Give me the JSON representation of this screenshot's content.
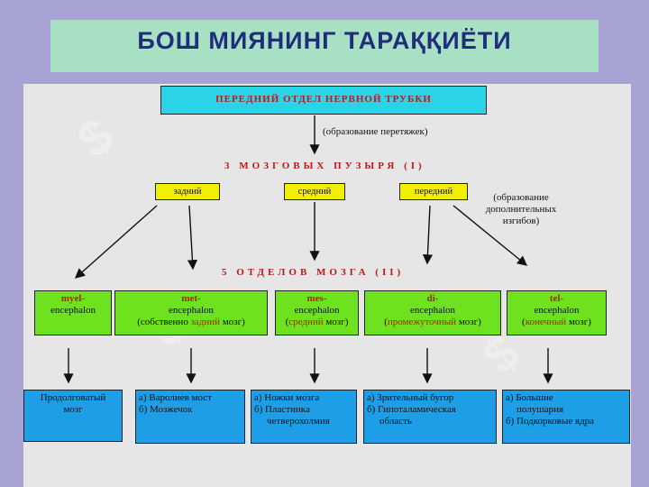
{
  "title": "БОШ МИЯНИНГ ТАРАҚҚИЁТИ",
  "top_box": "ПЕРЕДНИЙ ОТДЕЛ НЕРВНОЙ ТРУБКИ",
  "note_top": "(образование перетяжек)",
  "heading1": "3 МОЗГОВЫХ ПУЗЫРЯ (I)",
  "vesicles": [
    "задний",
    "средний",
    "передний"
  ],
  "note_side": [
    "(образование",
    "дополнительных",
    "изгибов)"
  ],
  "heading2": "5 ОТДЕЛОВ МОЗГА (II)",
  "sections": [
    {
      "head": "myel-",
      "line1": "encephalon",
      "line2_pre": "",
      "line2_red": "",
      "line2_post": ""
    },
    {
      "head": "met-",
      "line1": "encephalon",
      "line2_pre": "(собственно ",
      "line2_red": "задний",
      "line2_post": " мозг)"
    },
    {
      "head": "mes-",
      "line1": "encephalon",
      "line2_pre": "(",
      "line2_red": "средний",
      "line2_post": " мозг)"
    },
    {
      "head": "di-",
      "line1": "encephalon",
      "line2_pre": "(",
      "line2_red": "промежуточный",
      "line2_post": " мозг)"
    },
    {
      "head": "tel-",
      "line1": "encephalon",
      "line2_pre": "(",
      "line2_red": "конечный",
      "line2_post": " мозг)"
    }
  ],
  "derivatives": [
    [
      "Продолговатый",
      "мозг"
    ],
    [
      "а) Варолиев мост",
      "б) Мозжечок"
    ],
    [
      "а) Ножки мозга",
      "б) Пластинка",
      "четверохолмия"
    ],
    [
      "а) Зрительный бугор",
      "б) Гипоталамическая",
      "область"
    ],
    [
      "а) Большие",
      "полушария",
      "б) Подкорковые ядра"
    ]
  ],
  "colors": {
    "cyan": "#2bd3e6",
    "yellow": "#f2f000",
    "green": "#6ee21e",
    "blue": "#1e9ee6",
    "red": "#c01818",
    "title": "#1f2e7a"
  }
}
